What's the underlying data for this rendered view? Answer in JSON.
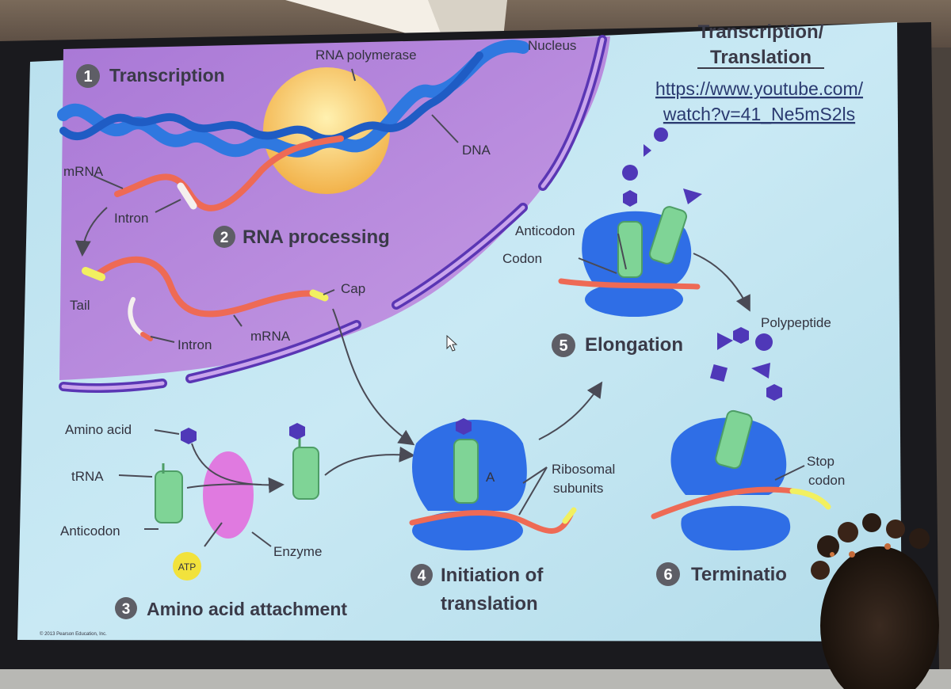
{
  "slide": {
    "header": {
      "title_line1": "Transcription/",
      "title_line2": "Translation",
      "url_line1": "https://www.youtube.com/",
      "url_line2": "watch?v=41_Ne5mS2ls"
    },
    "steps": {
      "s1": {
        "num": "1",
        "label": "Transcription"
      },
      "s2": {
        "num": "2",
        "label": "RNA processing"
      },
      "s3": {
        "num": "3",
        "label": "Amino acid attachment"
      },
      "s4": {
        "num": "4",
        "label1": "Initiation of",
        "label2": "translation"
      },
      "s5": {
        "num": "5",
        "label": "Elongation"
      },
      "s6": {
        "num": "6",
        "label": "Terminatio"
      }
    },
    "labels": {
      "rna_polymerase": "RNA polymerase",
      "nucleus": "Nucleus",
      "dna": "DNA",
      "mrna_top": "mRNA",
      "intron_top": "Intron",
      "tail": "Tail",
      "cap": "Cap",
      "intron_bottom": "Intron",
      "mrna_bottom": "mRNA",
      "amino_acid": "Amino acid",
      "trna": "tRNA",
      "anticodon_left": "Anticodon",
      "atp": "ATP",
      "enzyme": "Enzyme",
      "site_a": "A",
      "ribosomal_1": "Ribosomal",
      "ribosomal_2": "subunits",
      "anticodon_right": "Anticodon",
      "codon": "Codon",
      "polypeptide": "Polypeptide",
      "stop_1": "Stop",
      "stop_2": "codon",
      "copyright": "© 2013 Pearson Education, Inc."
    },
    "colors": {
      "screen": "#c6e6f2",
      "nucleus": "#b486d8",
      "dna": "#2f78e0",
      "mrna": "#ee6a55",
      "ribosome": "#2f6ee6",
      "trna": "#7fd496",
      "amino": "#4f38b8",
      "enzyme": "#e07ae0",
      "atp": "#f2e23c"
    }
  }
}
